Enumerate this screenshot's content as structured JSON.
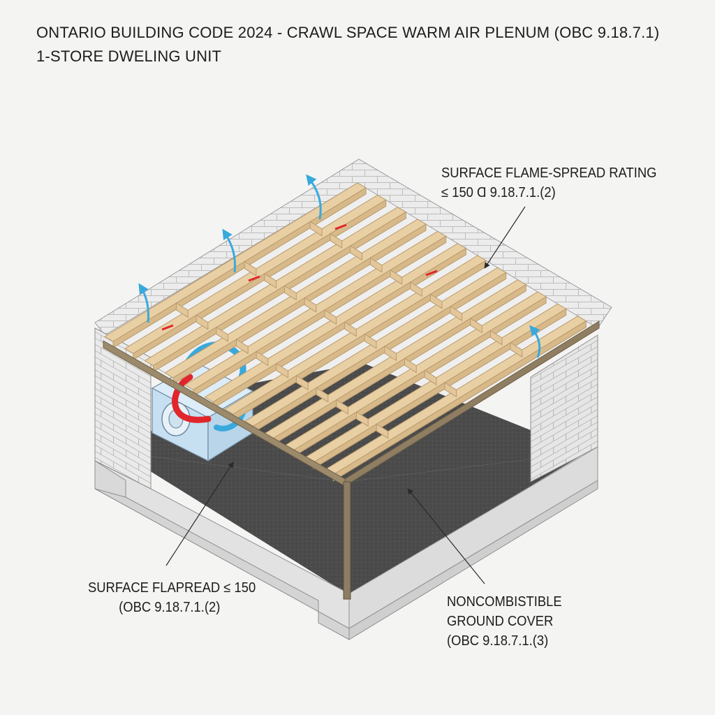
{
  "header": {
    "title": "ONTARIO BUILDING CODE 2024 - CRAWL SPACE WARM AIR PLENUM (OBC 9.18.7.1)",
    "subtitle": "1-STORE DWELING UNIT"
  },
  "callouts": {
    "flame_spread_top": {
      "line1": "SURFACE FLAME-SPREAD RATING",
      "line2": "≤ 150 Ɑ 9.18.7.1.(2)"
    },
    "flame_spread_left": {
      "line1": "SURFACE FLAPREAD ≤ 150",
      "line2": "(OBC 9.18.7.1.(2)"
    },
    "ground_cover": {
      "line1": "NONCOMBISTIBLE",
      "line2": "GROUND COVER",
      "line3": "(OBC 9.18.7.1.(3)"
    }
  },
  "colors": {
    "wood": "#e9cfa4",
    "wood_edge": "#b99b6d",
    "ground_cover": "#4a4a4a",
    "masonry": "#ebebeb",
    "mortar": "#b9b9b9",
    "furnace": "#cfe4f3",
    "supply_arrow": "#39a9dc",
    "hot_duct": "#e0262a",
    "leader_line": "#2a2a2a"
  },
  "icons": {
    "furnace": "furnace-icon",
    "airflow": "airflow-arrow-icon"
  }
}
